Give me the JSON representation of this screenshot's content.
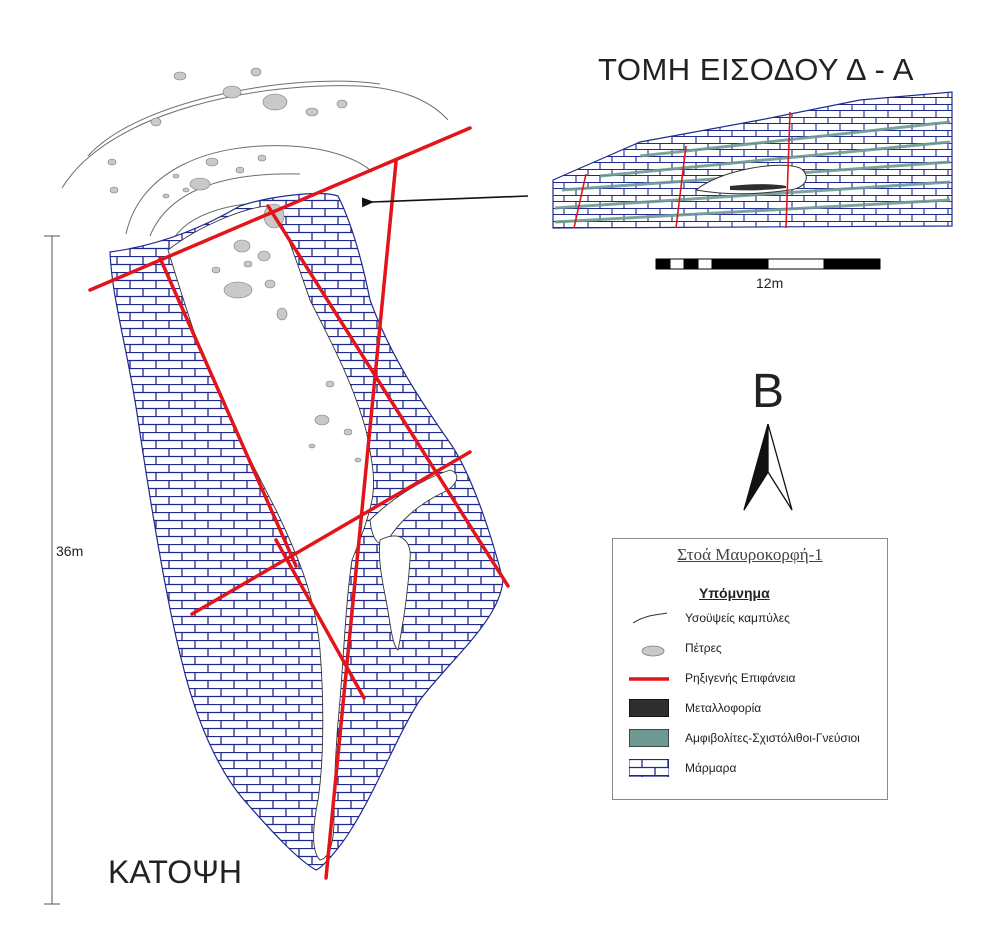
{
  "titles": {
    "section": "ΤΟΜΗ ΕΙΣΟΔΟΥ  Δ - Α",
    "plan": "ΚΑΤΟΨΗ"
  },
  "scale_bar": {
    "label": "12m"
  },
  "dimension": {
    "label": "36m"
  },
  "north_arrow": {
    "letter": "Β"
  },
  "legend": {
    "title": "Στοά Μαυροκορφή-1",
    "heading": "Υπόμνημα",
    "items": [
      {
        "label": "Υσοϋψείς καμπύλες",
        "symbol": "contour-line-icon"
      },
      {
        "label": "Πέτρες",
        "symbol": "stone-icon"
      },
      {
        "label": "Ρηξιγενής Επιφάνεια",
        "symbol": "fault-line-icon"
      },
      {
        "label": "Μεταλλοφορία",
        "symbol": "mineralization-swatch"
      },
      {
        "label": "Αμφιβολίτες-Σχιστόλιθοι-Γνεύσιοι",
        "symbol": "amphibolite-swatch"
      },
      {
        "label": "Μάρμαρα",
        "symbol": "marble-swatch"
      }
    ]
  },
  "colors": {
    "marble_brick": "#1f2a8f",
    "fault": "#e2151b",
    "stone": "#c9c9c9",
    "mineralization": "#2e2e2e",
    "amphibolite": "#6f9a93",
    "contour": "#6e6e6e"
  }
}
